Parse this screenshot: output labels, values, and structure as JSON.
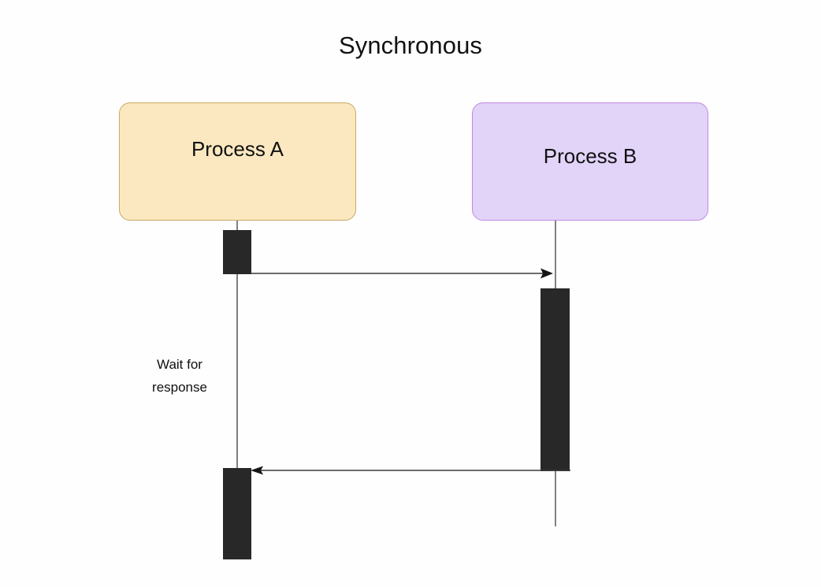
{
  "diagram": {
    "title": "Synchronous",
    "type": "sequence-diagram",
    "background_color": "#fffefe",
    "participants": [
      {
        "id": "process-a",
        "label": "Process A",
        "fill_color": "#fbe8c0",
        "border_color": "#c9a961",
        "lifeline_color": "#808080"
      },
      {
        "id": "process-b",
        "label": "Process B",
        "fill_color": "#e2d3f9",
        "border_color": "#c08be0",
        "lifeline_color": "#808080"
      }
    ],
    "activation_color": "#282828",
    "messages": [
      {
        "id": "request",
        "from": "process-a",
        "to": "process-b",
        "direction": "right",
        "label": "",
        "style": "solid",
        "arrowhead": "filled",
        "color": "#333333"
      },
      {
        "id": "response",
        "from": "process-b",
        "to": "process-a",
        "direction": "left",
        "label": "",
        "style": "solid",
        "arrowhead": "filled",
        "color": "#333333"
      }
    ],
    "notes": [
      {
        "id": "wait-note",
        "text": "Wait for\nresponse",
        "anchor": "process-a"
      }
    ]
  }
}
